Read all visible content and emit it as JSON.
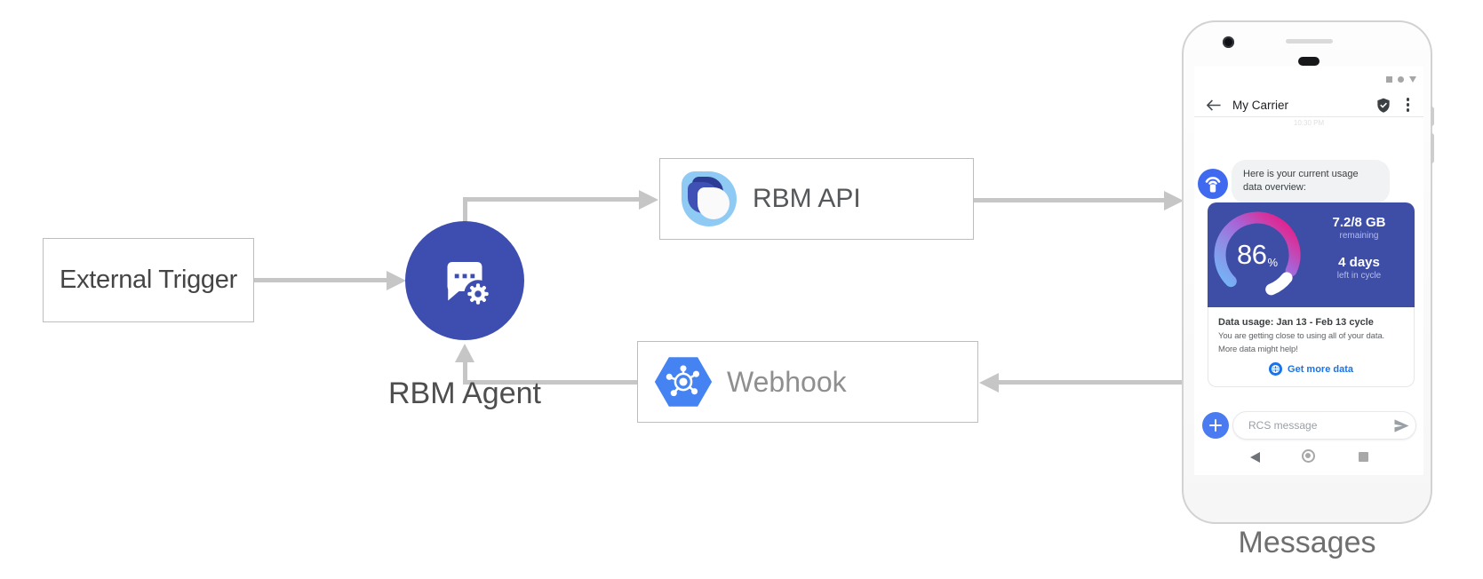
{
  "diagram": {
    "external_trigger": "External Trigger",
    "rbm_agent": "RBM Agent",
    "rbm_api": "RBM API",
    "webhook": "Webhook",
    "messages_caption": "Messages"
  },
  "phone": {
    "app_bar": {
      "title": "My Carrier"
    },
    "status_time": "10:30 PM",
    "bot_message": "Here is your current usage data overview:",
    "card": {
      "percent_value": "86",
      "percent_unit": "%",
      "remaining_value": "7.2/8 GB",
      "remaining_label": "remaining",
      "days_value": "4 days",
      "days_label": "left in cycle",
      "usage_title": "Data usage: Jan 13 - Feb 13 cycle",
      "usage_line1": "You are getting close to using all of your data.",
      "usage_line2": "More data might help!",
      "action": "Get more data"
    },
    "compose_placeholder": "RCS message"
  },
  "colors": {
    "arrow_gray": "#c6c6c6",
    "box_border": "#bdbdbd",
    "agent_circle_indigo": "#3d4eb0",
    "card_indigo": "#3e4da6",
    "gauge_gradient": [
      "#74b5f6",
      "#8f8de6",
      "#a863d6",
      "#cf3ba6",
      "#ec1280"
    ],
    "webhook_hex_blue": "#4583f2",
    "rcs_logo_light_blue": "#8ecaf3",
    "rcs_logo_navy": "#2c3b94",
    "rcs_logo_blue": "#3f51b5",
    "avatar_blue": "#3f6af0",
    "link_blue": "#1a73e8",
    "plus_blue": "#4b7bf0"
  },
  "icons": {
    "agent": "chat-bubble-gear-icon",
    "rbm_api": "rcs-teardrop-logo",
    "webhook": "hexagon-network-icon",
    "avatar": "antenna-icon",
    "action": "globe-icon",
    "send": "send-icon",
    "verified": "shield-check-icon",
    "menu": "kebab-menu-icon",
    "back": "back-arrow-icon"
  }
}
